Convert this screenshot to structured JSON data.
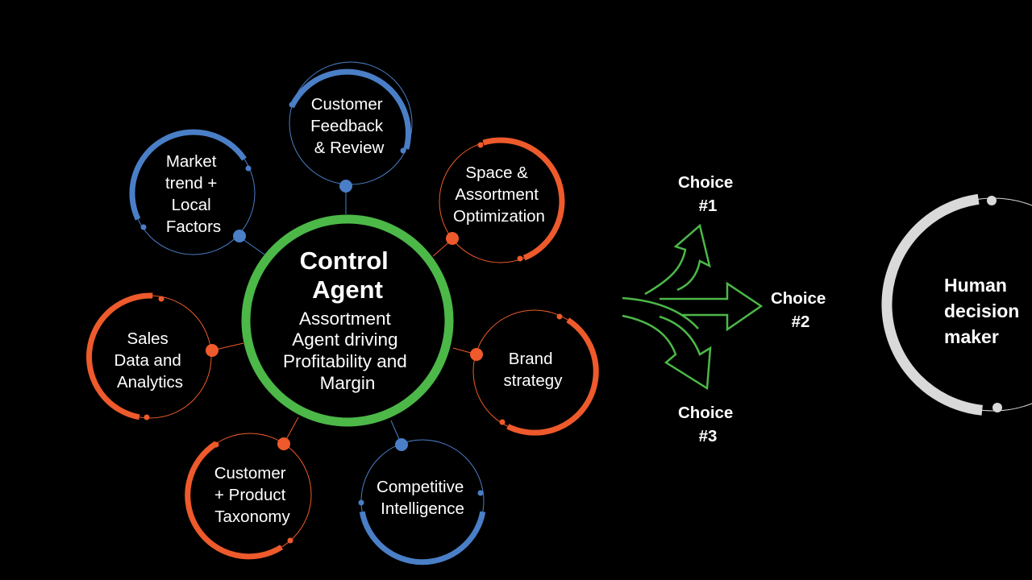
{
  "colors": {
    "background": "#000000",
    "blue": "#4a7fc7",
    "orange": "#ee5a2b",
    "green": "#4cb848",
    "gray": "#d9d9d9",
    "white": "#ffffff"
  },
  "center": {
    "title_lines": [
      "Control",
      "Agent"
    ],
    "subtitle_lines": [
      "Assortment",
      "Agent driving",
      "Profitability and",
      "Margin"
    ]
  },
  "nodes": [
    {
      "id": "customer-feedback",
      "color": "blue",
      "lines": [
        "Customer",
        "Feedback",
        "& Review"
      ]
    },
    {
      "id": "space-assortment",
      "color": "orange",
      "lines": [
        "Space &",
        "Assortment",
        "Optimization"
      ]
    },
    {
      "id": "brand-strategy",
      "color": "orange",
      "lines": [
        "Brand",
        "strategy"
      ]
    },
    {
      "id": "competitive-intel",
      "color": "blue",
      "lines": [
        "Competitive",
        "Intelligence"
      ]
    },
    {
      "id": "taxonomy",
      "color": "orange",
      "lines": [
        "Customer",
        "+ Product",
        "Taxonomy"
      ]
    },
    {
      "id": "sales-data",
      "color": "orange",
      "lines": [
        "Sales",
        "Data and",
        "Analytics"
      ]
    },
    {
      "id": "market-trend",
      "color": "blue",
      "lines": [
        "Market",
        "trend +",
        "Local",
        "Factors"
      ]
    }
  ],
  "choices": [
    {
      "id": "choice-1",
      "lines": [
        "Choice",
        "#1"
      ]
    },
    {
      "id": "choice-2",
      "lines": [
        "Choice",
        "#2"
      ]
    },
    {
      "id": "choice-3",
      "lines": [
        "Choice",
        "#3"
      ]
    }
  ],
  "human": {
    "lines": [
      "Human",
      "decision",
      "maker"
    ]
  }
}
